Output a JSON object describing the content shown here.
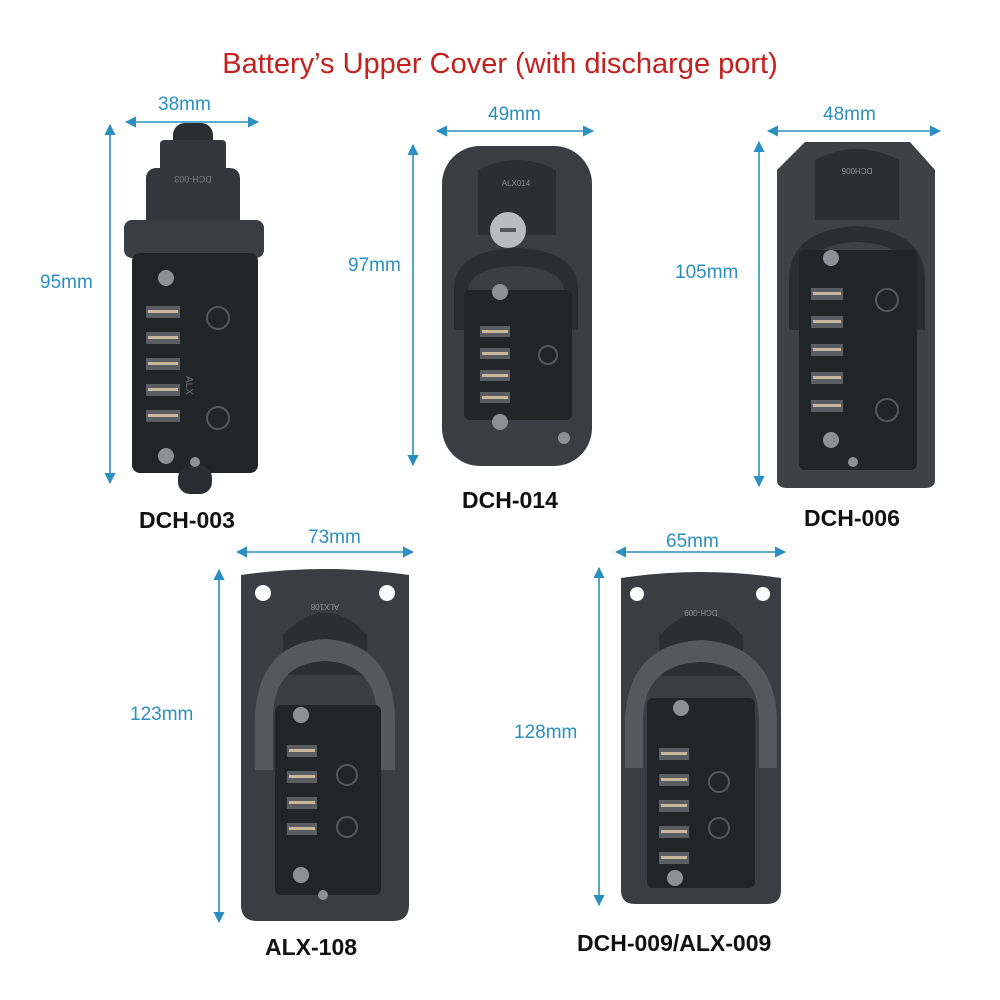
{
  "title": "Battery’s Upper Cover (with discharge port)",
  "accent_color": "#c4201c",
  "dimension_color": "#2a8fc0",
  "products": [
    {
      "model": "DCH-003",
      "width": "38mm",
      "height": "95mm"
    },
    {
      "model": "DCH-014",
      "width": "49mm",
      "height": "97mm"
    },
    {
      "model": "DCH-006",
      "width": "48mm",
      "height": "105mm"
    },
    {
      "model": "ALX-108",
      "width": "73mm",
      "height": "123mm"
    },
    {
      "model": "DCH-009/ALX-009",
      "width": "65mm",
      "height": "128mm"
    }
  ],
  "part_markings": {
    "dch003_top": "DCH-003",
    "dch003_side": "ALX",
    "dch014_top": "ALX014",
    "dch006_top": "DCH006",
    "alx108_top": "ALX108",
    "dch009_top": "DCH-009"
  }
}
